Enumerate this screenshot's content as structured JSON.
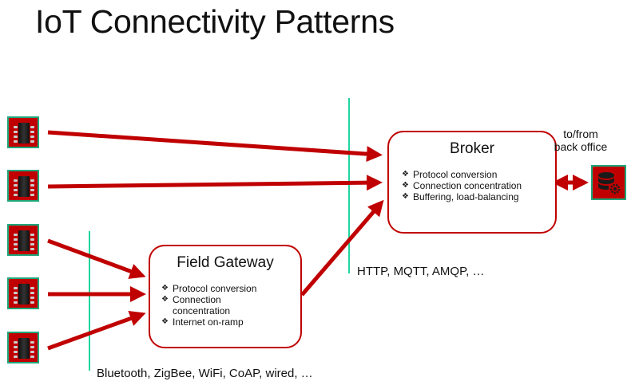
{
  "title": "IoT Connectivity Patterns",
  "colors": {
    "arrow": "#c00000",
    "device_fill": "#c00000",
    "device_border": "#1fa67a",
    "divider": "#1fd6a0"
  },
  "devices": [
    {
      "icon": "microchip-icon",
      "connects_to": "broker"
    },
    {
      "icon": "microchip-icon",
      "connects_to": "broker"
    },
    {
      "icon": "microchip-icon",
      "connects_to": "field-gateway"
    },
    {
      "icon": "microchip-icon",
      "connects_to": "field-gateway"
    },
    {
      "icon": "microchip-icon",
      "connects_to": "field-gateway"
    }
  ],
  "broker": {
    "title": "Broker",
    "bullets": [
      "Protocol conversion",
      "Connection concentration",
      "Buffering, load-balancing"
    ]
  },
  "field_gateway": {
    "title": "Field Gateway",
    "bullets": [
      "Protocol conversion",
      "Connection concentration",
      "Internet on-ramp"
    ]
  },
  "back_office": {
    "label_line1": "to/from",
    "label_line2": "back office",
    "icon": "database-gear-icon"
  },
  "protocols": {
    "internet": "HTTP, MQTT, AMQP, …",
    "local": "Bluetooth, ZigBee, WiFi, CoAP, wired, …"
  }
}
